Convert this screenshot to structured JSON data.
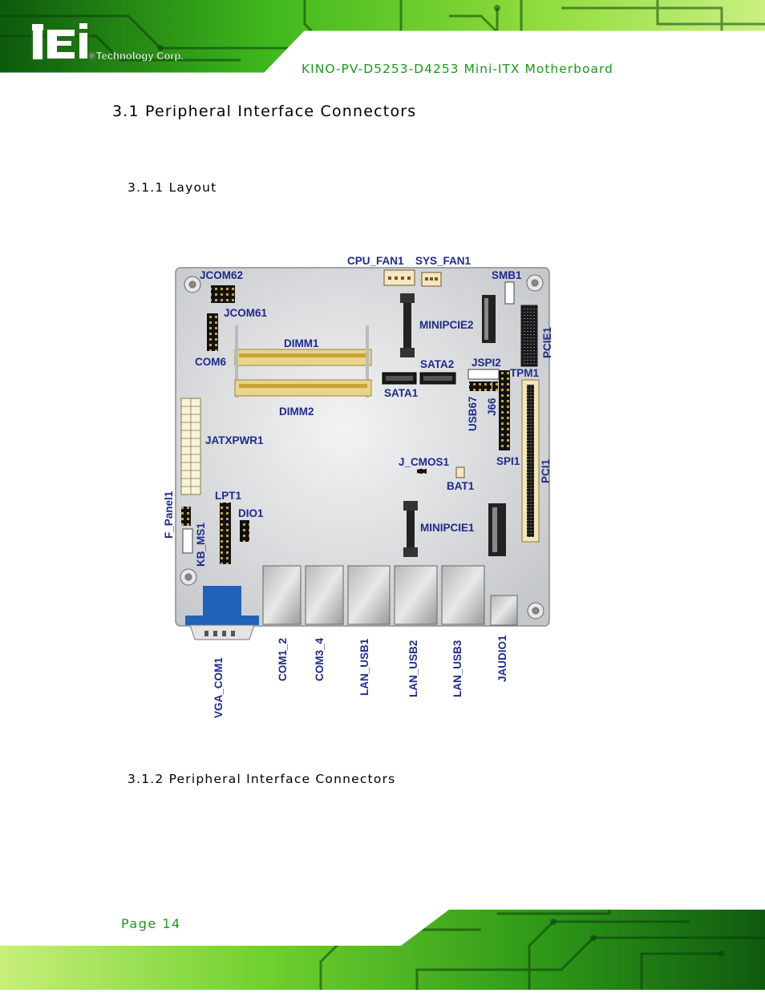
{
  "header": {
    "logo_text": "®Technology Corp.",
    "doc_title": "KINO-PV-D5253-D4253 Mini-ITX Motherboard"
  },
  "section": {
    "heading": "3.1 Peripheral Interface Connectors",
    "sub1": "3.1.1 Layout",
    "sub2": "3.1.2 Peripheral Interface Connectors"
  },
  "board_labels": {
    "cpu_fan": "CPU_FAN1",
    "sys_fan": "SYS_FAN1",
    "jcom62": "JCOM62",
    "smb1": "SMB1",
    "jcom61": "JCOM61",
    "minipcie2": "MINIPCIE2",
    "pcie1": "PCIE1",
    "dimm1": "DIMM1",
    "com6": "COM6",
    "sata2": "SATA2",
    "jspi2": "JSPI2",
    "tpm1": "TPM1",
    "sata1": "SATA1",
    "dimm2": "DIMM2",
    "usb67": "USB67",
    "j66": "J66",
    "jatxpwr1": "JATXPWR1",
    "j_cmos1": "J_CMOS1",
    "spi1": "SPI1",
    "pci1": "PCI1",
    "bat1": "BAT1",
    "f_panel1": "F_Panel1",
    "lpt1": "LPT1",
    "dio1": "DIO1",
    "minipcie1": "MINIPCIE1",
    "kb_ms1": "KB_MS1",
    "vga_com1": "VGA_COM1",
    "com1_2": "COM1_2",
    "com3_4": "COM3_4",
    "lan_usb1": "LAN_USB1",
    "lan_usb2": "LAN_USB2",
    "lan_usb3": "LAN_USB3",
    "jaudio1": "JAUDIO1"
  },
  "footer": {
    "page": "Page 14"
  },
  "colors": {
    "brand_green": "#1a9a1a",
    "label_blue": "#1e2a8c",
    "board_grey": "#d6d8da",
    "vga_blue": "#1e63b8"
  }
}
